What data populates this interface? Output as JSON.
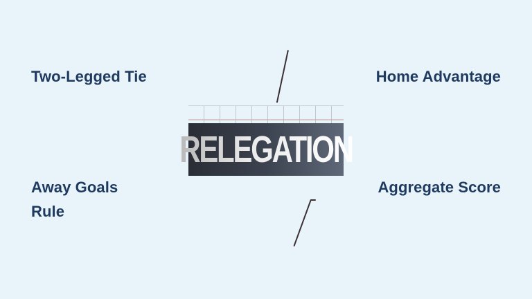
{
  "labels": {
    "top_left": "Two-Legged Tie",
    "top_right": "Home Advantage",
    "bottom_left": "Away Goals Rule",
    "bottom_right": "Aggregate Score"
  },
  "image": {
    "description": "relegation-sign-photo",
    "sign_text": "RELEGATION"
  },
  "colors": {
    "background": "#e8f3fa",
    "label_text": "#1e3a5f",
    "sign_dark": "#2a2d35",
    "sign_light": "#5e6878"
  }
}
